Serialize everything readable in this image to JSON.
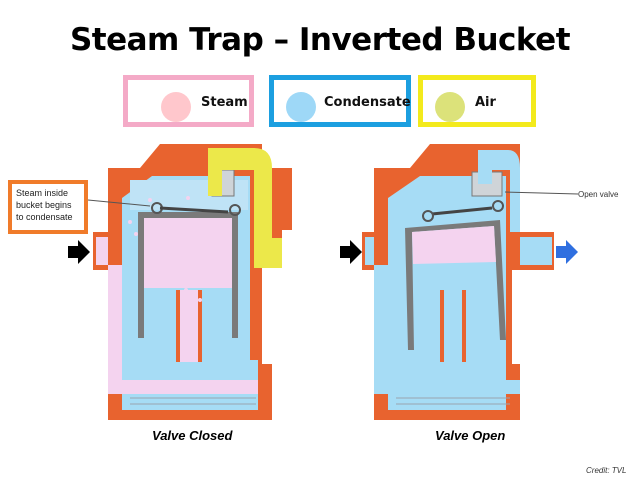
{
  "title": "Steam Trap – Inverted Bucket",
  "legend": {
    "items": [
      {
        "label": "Steam",
        "color": "#ffc7cc",
        "border": "#f4aac7"
      },
      {
        "label": "Condensate",
        "color": "#9ed8f7",
        "border": "#1c9fe0"
      },
      {
        "label": "Air",
        "color": "#dce27a",
        "border": "#f3ea1c"
      }
    ]
  },
  "callout": {
    "text": "Steam inside bucket begins to condensate"
  },
  "annotation_open": "Open valve",
  "captions": {
    "closed": "Valve Closed",
    "open": "Valve Open"
  },
  "credit": "Credit: TVL",
  "colors": {
    "body": "#e8632f",
    "condensate": "#a6dcf5",
    "steam": "#f4d3ef",
    "air": "#ece84a",
    "bucket": "#7a7a7a",
    "arrow_in": "#000000",
    "arrow_out": "#2f6fe0"
  }
}
